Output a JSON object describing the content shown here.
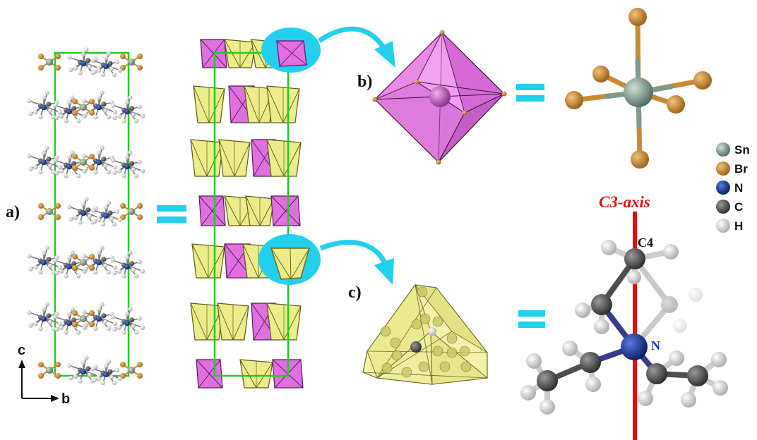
{
  "labels": {
    "panel_a": "a)",
    "panel_b": "b)",
    "panel_c": "c)",
    "axis_c": "c",
    "axis_b": "b",
    "c3_axis": "C3-axis",
    "c4": "C4",
    "n": "N"
  },
  "legend": [
    {
      "symbol": "Sn",
      "color": "#7f9a8c"
    },
    {
      "symbol": "Br",
      "color": "#c98a33"
    },
    {
      "symbol": "N",
      "color": "#0c2a8c"
    },
    {
      "symbol": "C",
      "color": "#4d4d4d"
    },
    {
      "symbol": "H",
      "color": "#dcdcdc"
    }
  ],
  "colors": {
    "cell": "#22cc22",
    "octahedron": "#e070e0",
    "octahedron_edge": "#7a1f7a",
    "cation_polyhedron": "#ecec8a",
    "cation_edge": "#6b6b20",
    "highlight": "#22d0ee",
    "equals": "#22d0ee",
    "c3_axis": "#e01010"
  }
}
